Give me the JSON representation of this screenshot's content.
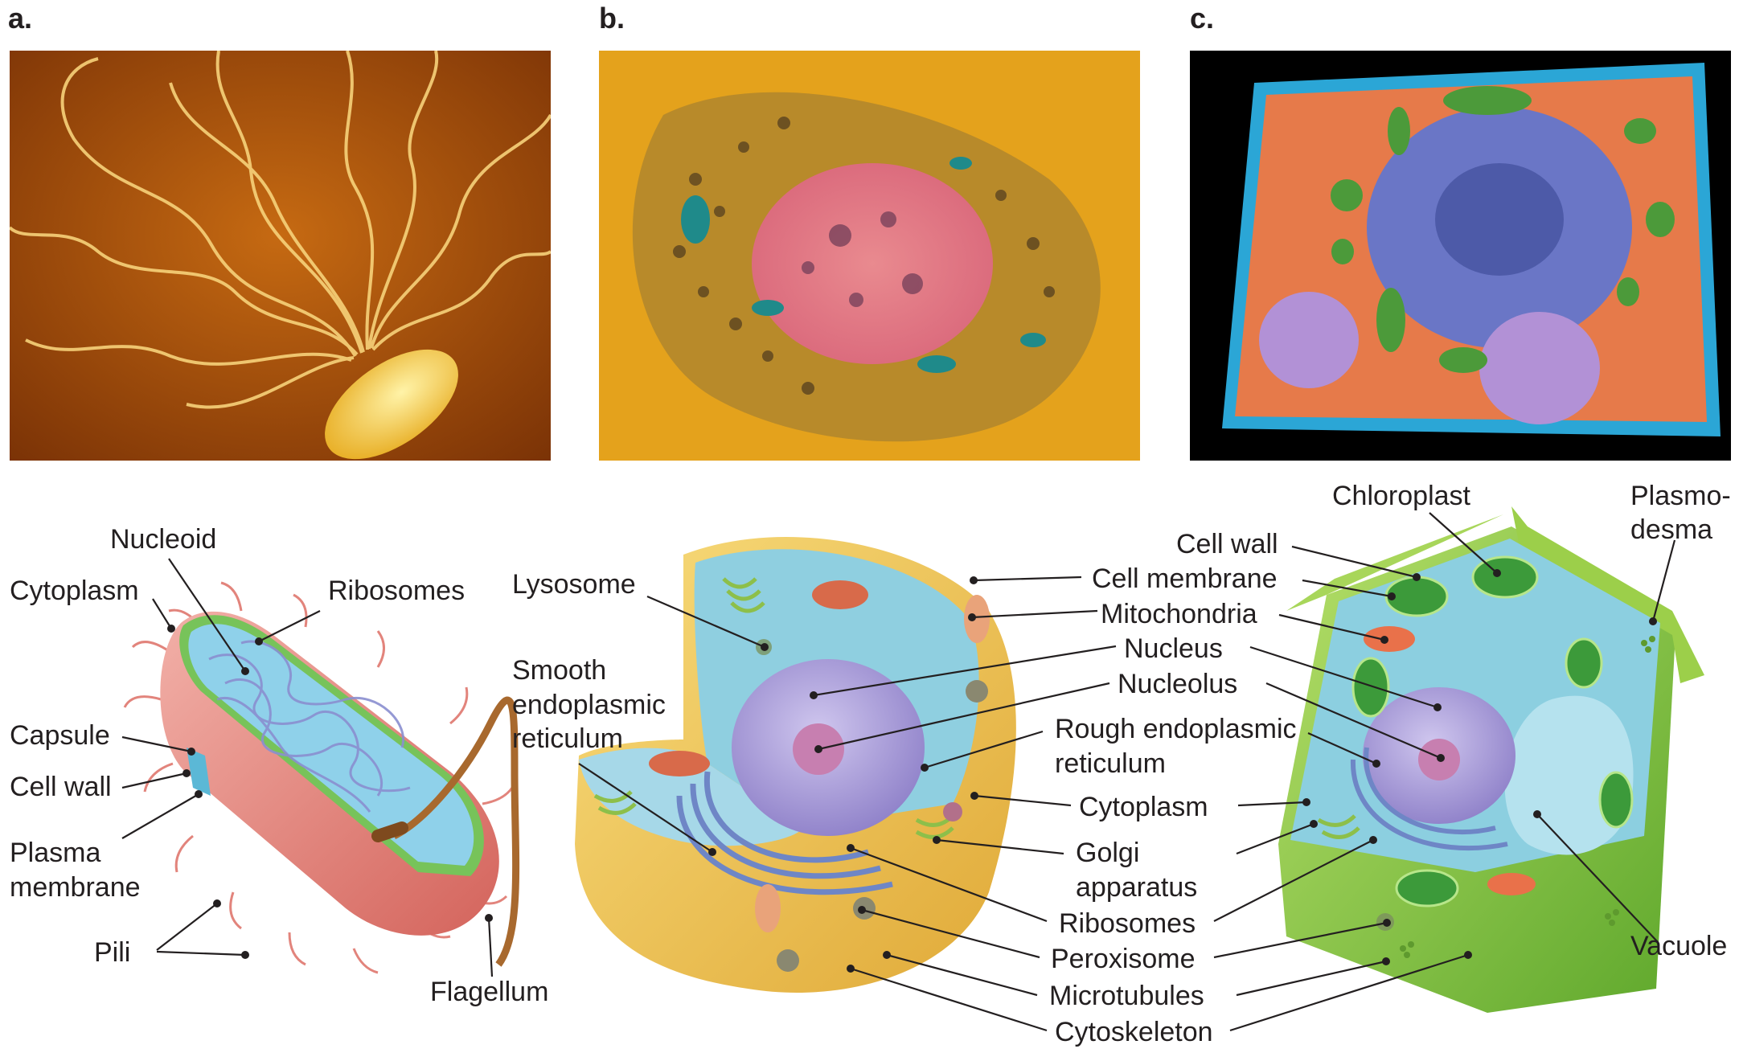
{
  "panels": {
    "a": "a.",
    "b": "b.",
    "c": "c."
  },
  "bacterium": {
    "nucleoid": "Nucleoid",
    "cytoplasm": "Cytoplasm",
    "ribosomes": "Ribosomes",
    "capsule": "Capsule",
    "cell_wall": "Cell wall",
    "plasma_membrane_1": "Plasma",
    "plasma_membrane_2": "membrane",
    "pili": "Pili",
    "flagellum": "Flagellum"
  },
  "animal": {
    "lysosome": "Lysosome",
    "smooth_er_1": "Smooth",
    "smooth_er_2": "endoplasmic",
    "smooth_er_3": "reticulum"
  },
  "shared": {
    "cell_membrane": "Cell membrane",
    "mitochondria": "Mitochondria",
    "nucleus": "Nucleus",
    "nucleolus": "Nucleolus",
    "rough_er_1": "Rough endoplasmic",
    "rough_er_2": "reticulum",
    "cytoplasm": "Cytoplasm",
    "golgi_1": "Golgi",
    "golgi_2": "apparatus",
    "ribosomes": "Ribosomes",
    "peroxisome": "Peroxisome",
    "microtubules": "Microtubules",
    "cytoskeleton": "Cytoskeleton"
  },
  "plant": {
    "chloroplast": "Chloroplast",
    "cell_wall": "Cell wall",
    "plasmodesma_1": "Plasmo-",
    "plasmodesma_2": "desma",
    "vacuole": "Vacuole"
  },
  "colors": {
    "bacterium_body": "#e8968e",
    "animal_membrane": "#f0c64a",
    "animal_cytoplasm": "#8fcfe0",
    "plant_wall": "#8cc63f",
    "nucleus": "#a79bd6"
  }
}
